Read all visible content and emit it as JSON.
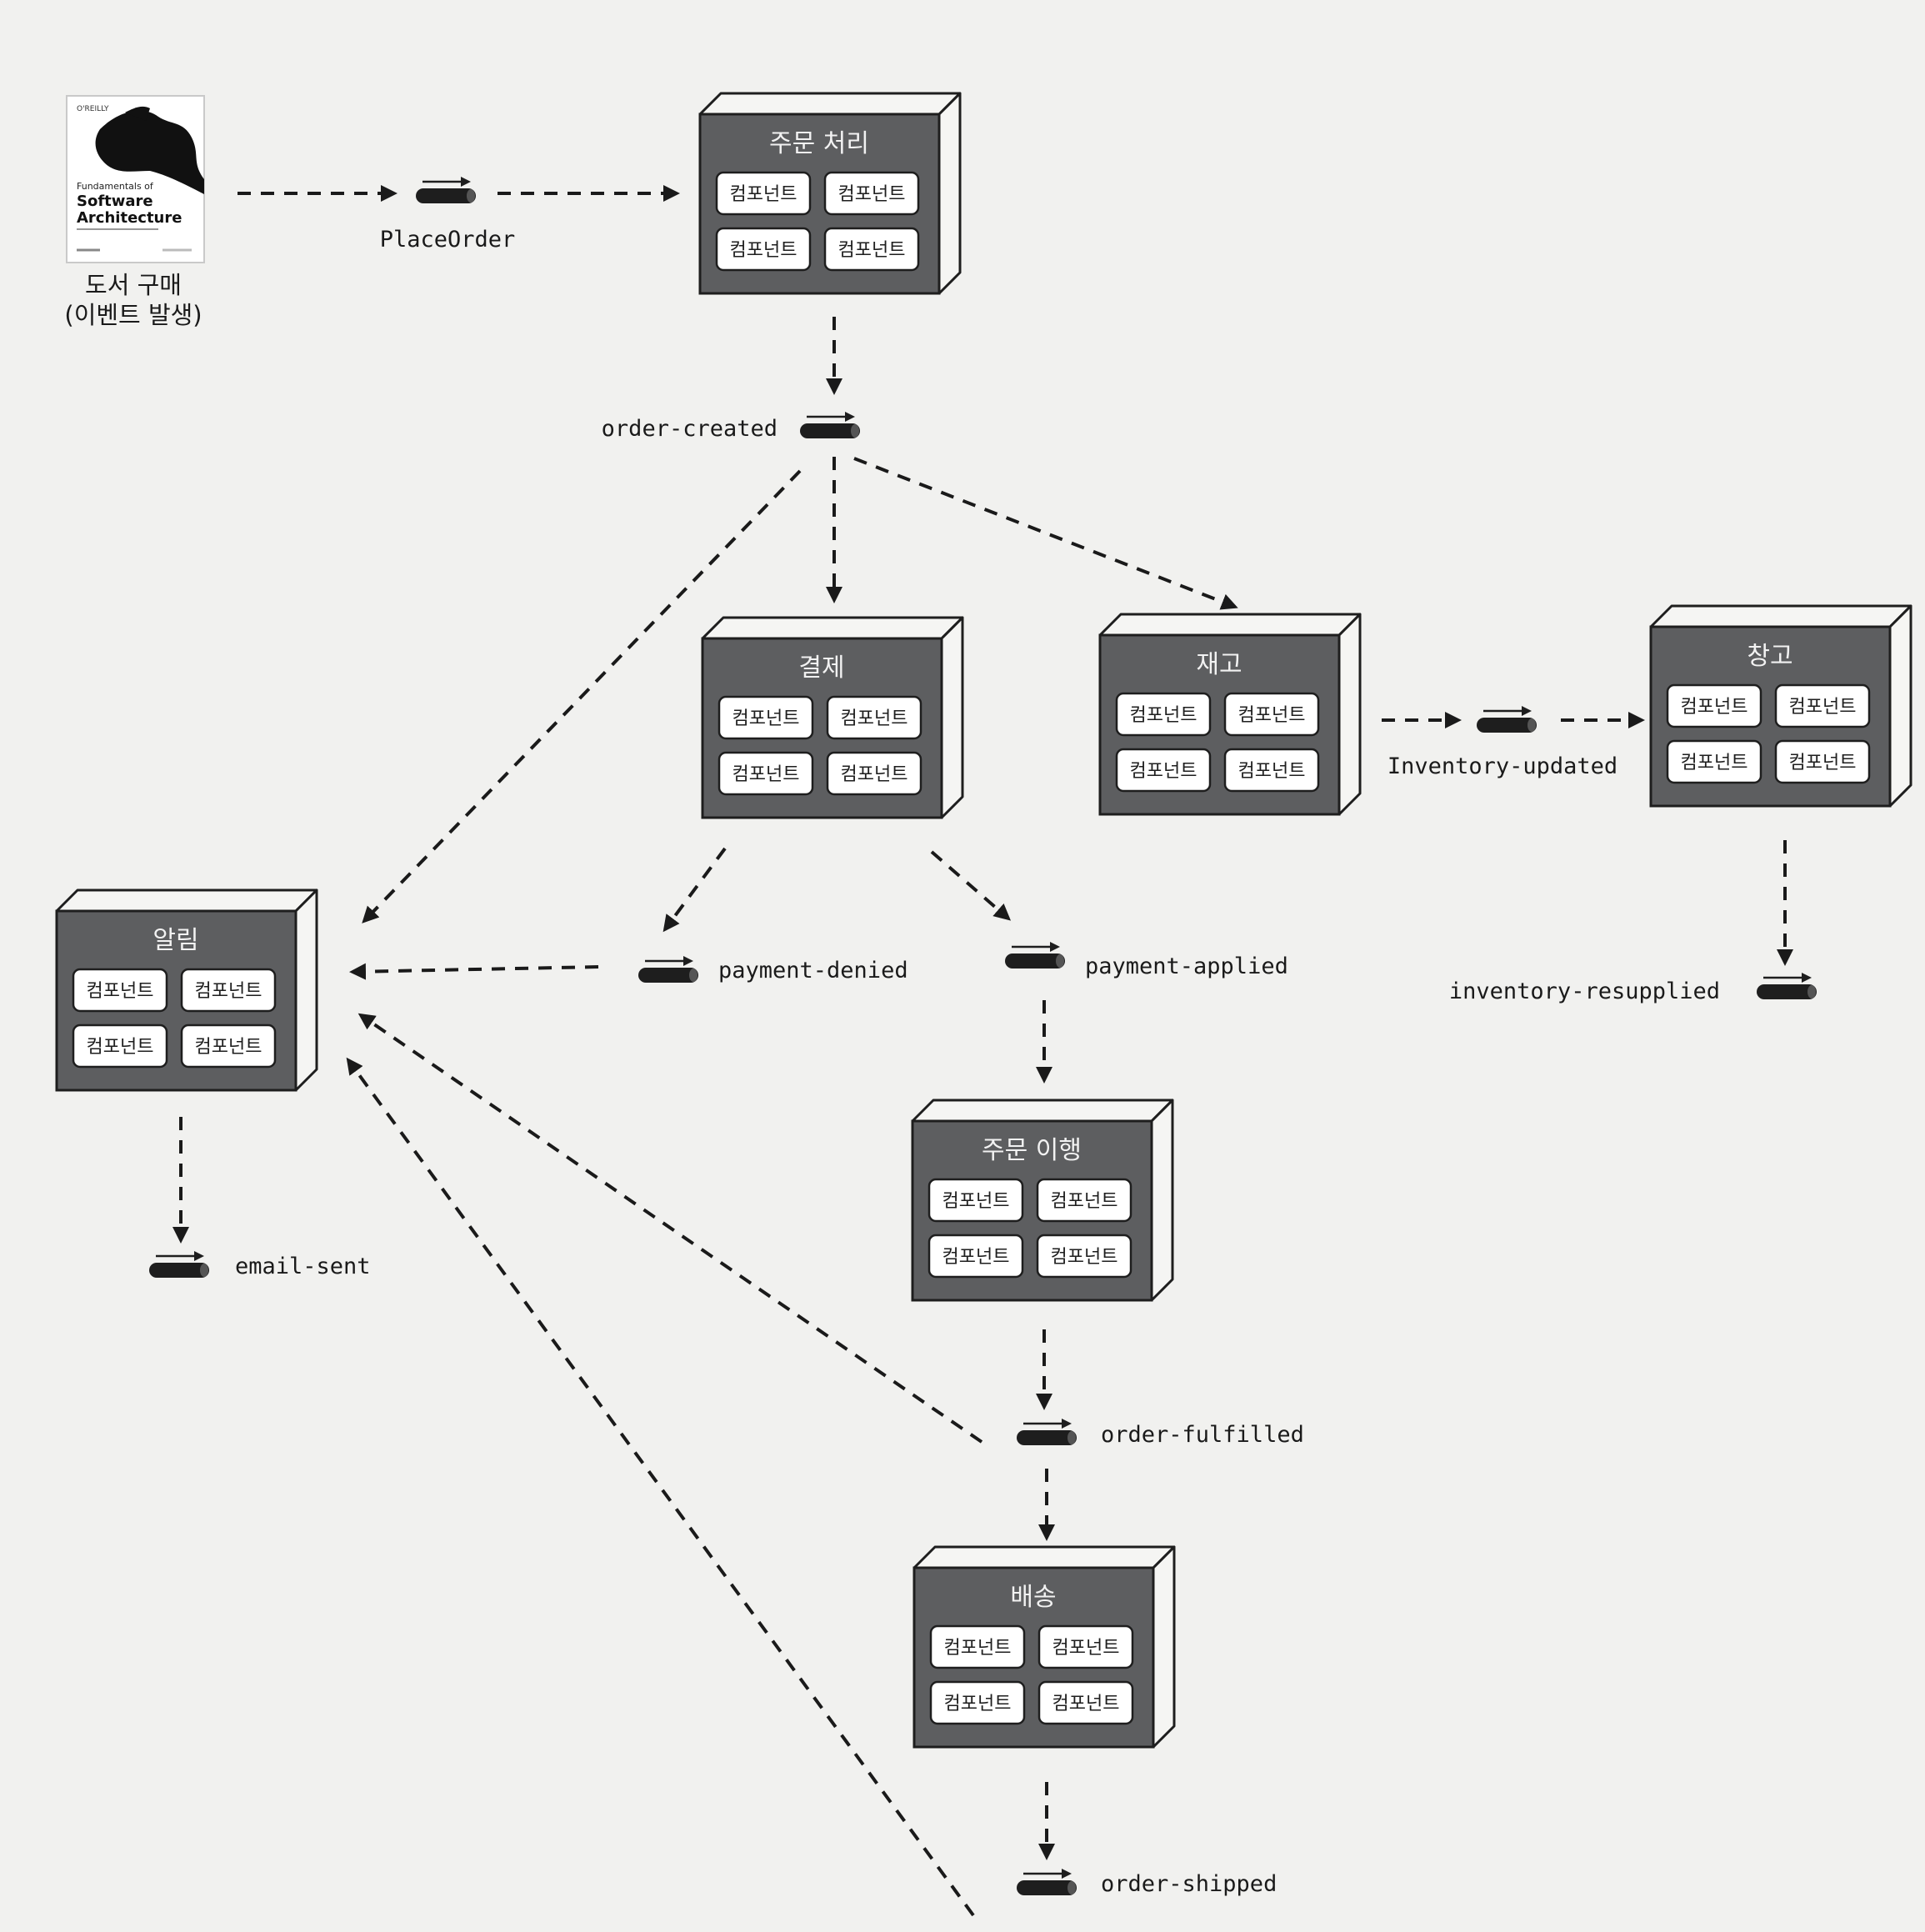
{
  "book": {
    "publisher": "O'REILLY",
    "title_lines": [
      "Fundamentals of",
      "Software",
      "Architecture"
    ],
    "caption_line1": "도서 구매",
    "caption_line2": "(이벤트 발생)"
  },
  "component_label": "컴포넌트",
  "services": {
    "order_placement": "주문 처리",
    "payment": "결제",
    "inventory": "재고",
    "warehouse": "창고",
    "notification": "알림",
    "fulfillment": "주문 이행",
    "shipping": "배송"
  },
  "events": {
    "place_order": "PlaceOrder",
    "order_created": "order-created",
    "payment_denied": "payment-denied",
    "payment_applied": "payment-applied",
    "inventory_updated": "Inventory-updated",
    "inventory_resupplied": "inventory-resupplied",
    "email_sent": "email-sent",
    "order_fulfilled": "order-fulfilled",
    "order_shipped": "order-shipped"
  }
}
